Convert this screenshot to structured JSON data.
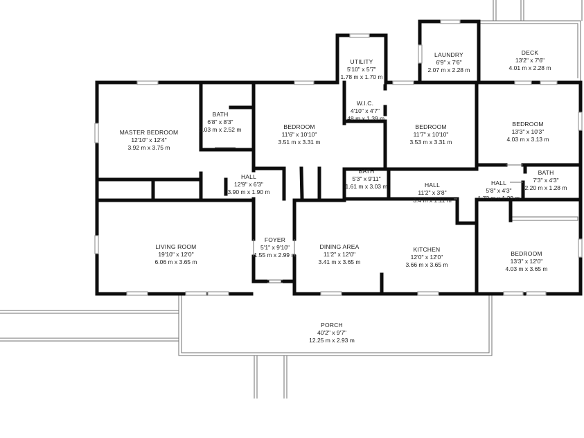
{
  "rooms": {
    "utility": {
      "name": "UTILITY",
      "imperial": "5'10\" x 5'7\"",
      "metric": "1.78 m x 1.70 m"
    },
    "laundry": {
      "name": "LAUNDRY",
      "imperial": "6'9\" x 7'6\"",
      "metric": "2.07 m x 2.28 m"
    },
    "deck": {
      "name": "DECK",
      "imperial": "13'2\" x 7'6\"",
      "metric": "4.01 m x 2.28 m"
    },
    "master_bedroom": {
      "name": "MASTER BEDROOM",
      "imperial": "12'10\" x 12'4\"",
      "metric": "3.92 m x 3.75 m"
    },
    "bath1": {
      "name": "BATH",
      "imperial": "6'8\" x 8'3\"",
      "metric": "2.03 m x 2.52 m"
    },
    "bedroom1": {
      "name": "BEDROOM",
      "imperial": "11'6\" x 10'10\"",
      "metric": "3.51 m x 3.31 m"
    },
    "wic": {
      "name": "W.I.C.",
      "imperial": "4'10\" x 4'7\"",
      "metric": ".48 m x 1.39 m"
    },
    "bedroom2": {
      "name": "BEDROOM",
      "imperial": "11'7\" x 10'10\"",
      "metric": "3.53 m x 3.31 m"
    },
    "bedroom3": {
      "name": "BEDROOM",
      "imperial": "13'3\" x 10'3\"",
      "metric": "4.03 m x 3.13 m"
    },
    "hall1": {
      "name": "HALL",
      "imperial": "12'9\" x 6'3\"",
      "metric": "3.90 m x 1.90 m"
    },
    "bath2": {
      "name": "BATH",
      "imperial": "5'3\" x 9'11\"",
      "metric": "1.61 m x 3.03 m"
    },
    "hall2": {
      "name": "HALL",
      "imperial": "11'2\" x 3'8\"",
      "metric": "3.4 m x 1.11 m"
    },
    "hall3": {
      "name": "HALL",
      "imperial": "5'8\" x 4'3\"",
      "metric": "1.73 m x 1.29 m"
    },
    "bath3": {
      "name": "BATH",
      "imperial": "7'3\" x 4'3\"",
      "metric": "2.20 m x 1.28 m"
    },
    "living_room": {
      "name": "LIVING ROOM",
      "imperial": "19'10\" x 12'0\"",
      "metric": "6.06 m x 3.65 m"
    },
    "foyer": {
      "name": "FOYER",
      "imperial": "5'1\" x 9'10\"",
      "metric": "1.55 m x 2.99 m"
    },
    "dining_area": {
      "name": "DINING AREA",
      "imperial": "11'2\" x 12'0\"",
      "metric": "3.41 m x 3.65 m"
    },
    "kitchen": {
      "name": "KITCHEN",
      "imperial": "12'0\" x 12'0\"",
      "metric": "3.66 m x 3.65 m"
    },
    "bedroom4": {
      "name": "BEDROOM",
      "imperial": "13'3\" x 12'0\"",
      "metric": "4.03 m x 3.65 m"
    },
    "porch": {
      "name": "PORCH",
      "imperial": "40'2\" x 9'7\"",
      "metric": "12.25 m x 2.93 m"
    }
  },
  "colors": {
    "wall": "#0d0d0d",
    "window": "#9a9a9a",
    "thin_line": "#6f6f6f"
  }
}
